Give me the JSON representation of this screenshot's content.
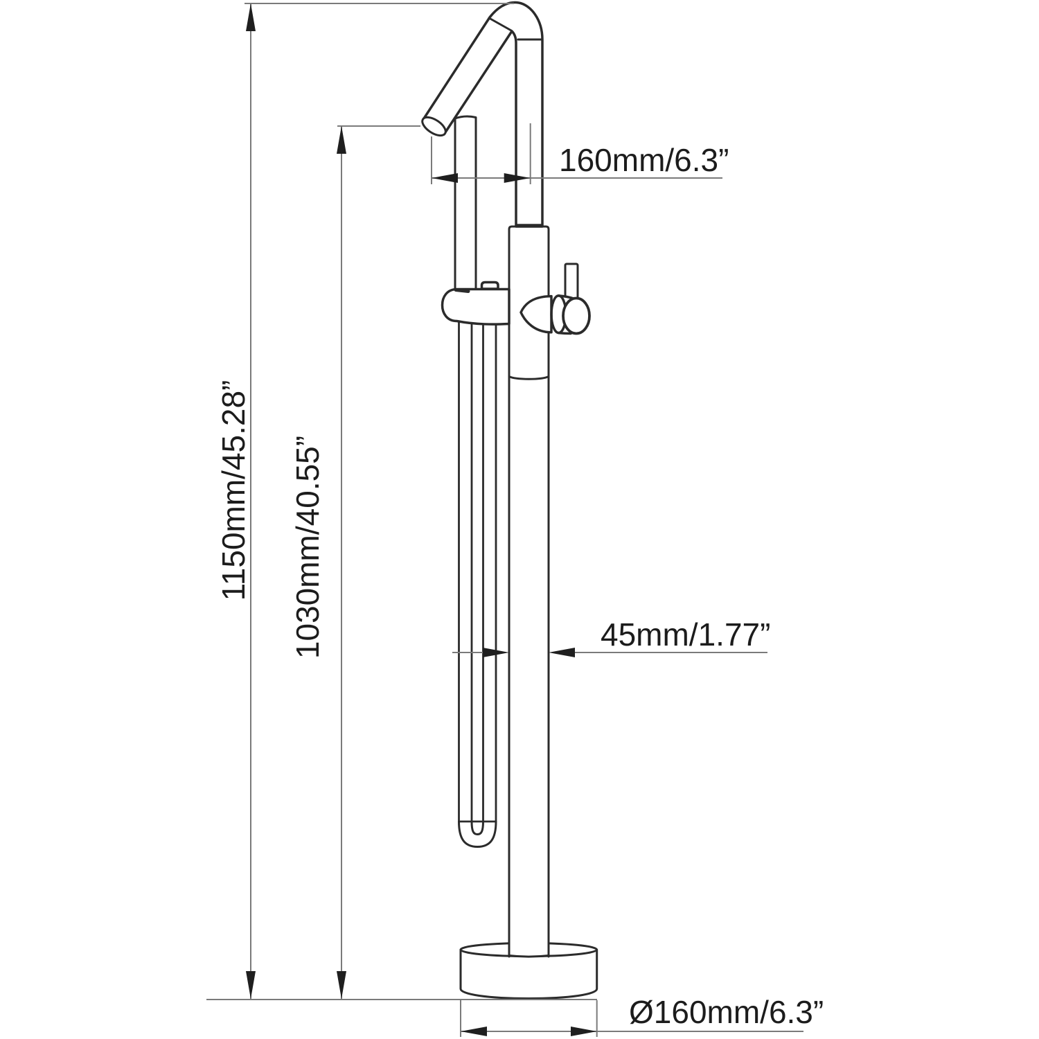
{
  "colors": {
    "outline": "#2b2b2b",
    "dimension": "#7a7a7a",
    "arrow": "#1f1f1f",
    "text": "#1c1c1c",
    "background": "#ffffff"
  },
  "labels": {
    "overall_height": "1150mm/45.28”",
    "spout_height": "1030mm/40.55”",
    "spout_reach": "160mm/6.3”",
    "column_diameter": "45mm/1.77”",
    "base_diameter": "Ø160mm/6.3”"
  }
}
